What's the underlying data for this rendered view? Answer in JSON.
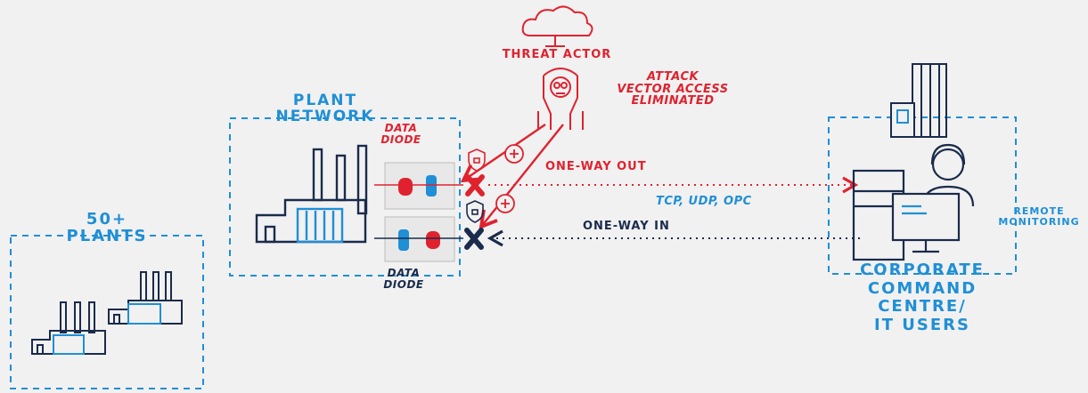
{
  "labels": {
    "threat_actor": "THREAT ACTOR",
    "attack_line1": "ATTACK",
    "attack_line2": "VECTOR ACCESS",
    "attack_line3": "ELIMINATED",
    "plant_network_line1": "PLANT",
    "plant_network_line2": "NETWORK",
    "data_diode_top_line1": "DATA",
    "data_diode_top_line2": "DIODE",
    "data_diode_bottom_line1": "DATA",
    "data_diode_bottom_line2": "DIODE",
    "one_way_out": "ONE-WAY OUT",
    "protocols": "TCP, UDP, OPC",
    "one_way_in": "ONE-WAY IN",
    "plants_line1": "50+",
    "plants_line2": "PLANTS",
    "remote_line1": "REMOTE",
    "remote_line2": "MONITORING",
    "corporate_line1": "CORPORATE",
    "corporate_line2": "COMMAND",
    "corporate_line3": "CENTRE/",
    "corporate_line4": "IT USERS"
  },
  "colors": {
    "blue": "#1f8fd6",
    "red": "#e0222f",
    "navy": "#1a2b4c",
    "background": "#f1f1f1"
  },
  "icons": [
    "cloud-icon",
    "skull-hacker-icon",
    "bug-icon",
    "shield-lock-icon",
    "x-block-icon",
    "factory-icon",
    "office-building-icon",
    "operator-workstation-icon",
    "diode-device-icon"
  ]
}
